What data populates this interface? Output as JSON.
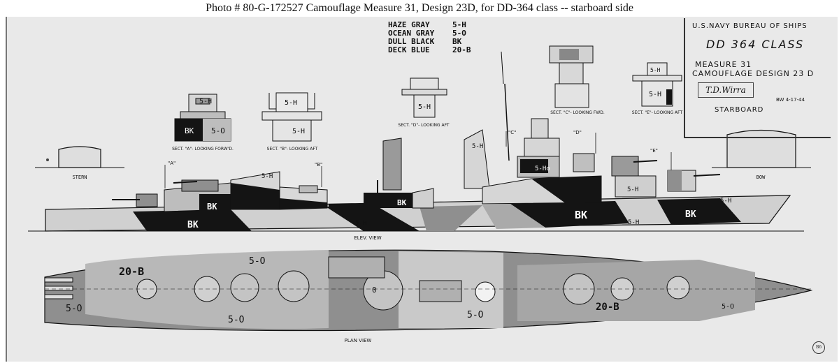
{
  "caption": "Photo # 80-G-172527     Camouflage Measure 31, Design 23D, for DD-364 class -- starboard side",
  "legend": [
    {
      "name": "HAZE GRAY",
      "code": "5-H"
    },
    {
      "name": "OCEAN GRAY",
      "code": "5-O"
    },
    {
      "name": "DULL BLACK",
      "code": "BK"
    },
    {
      "name": "DECK BLUE",
      "code": "20-B"
    }
  ],
  "title_block": {
    "agency": "U.S.NAVY   BUREAU OF SHIPS",
    "ship_class": "DD 364 CLASS",
    "measure": "MEASURE 31",
    "design": "CAMOUFLAGE DESIGN 23 D",
    "signature": "T.D.Wirra",
    "date": "BW 4-17-44",
    "side": "STARBOARD"
  },
  "sections": {
    "a": "SECT. \"A\"- LOOKING FORW'D.",
    "b": "SECT. \"B\"- LOOKING AFT",
    "c": "SECT. \"C\"- LOOKING FWD.",
    "d": "SECT. \"D\"- LOOKING AFT",
    "e": "SECT. \"E\"- LOOKING AFT"
  },
  "section_markers": {
    "a": "\"A\"",
    "b": "\"B\"",
    "c": "\"C\"",
    "d": "\"D\"",
    "e": "\"E\""
  },
  "end_views": {
    "stern": "STERN",
    "bow": "BOW"
  },
  "view_labels": {
    "elevation": "ELEV. VIEW",
    "plan": "PLAN VIEW"
  },
  "paint_codes": {
    "haze_gray": "5-H",
    "haze_gray_alt": "5-Ho",
    "ocean_gray": "5-O",
    "dull_black": "BK",
    "deck_blue": "20-B",
    "zero": "0"
  },
  "stamp": "B6",
  "colors": {
    "paper": "#e9e9e9",
    "haze_gray": "#cfcfcf",
    "ocean_gray": "#8f8f8f",
    "dull_black": "#141414",
    "deck_blue": "#9c9c9c",
    "ink": "#111111"
  }
}
